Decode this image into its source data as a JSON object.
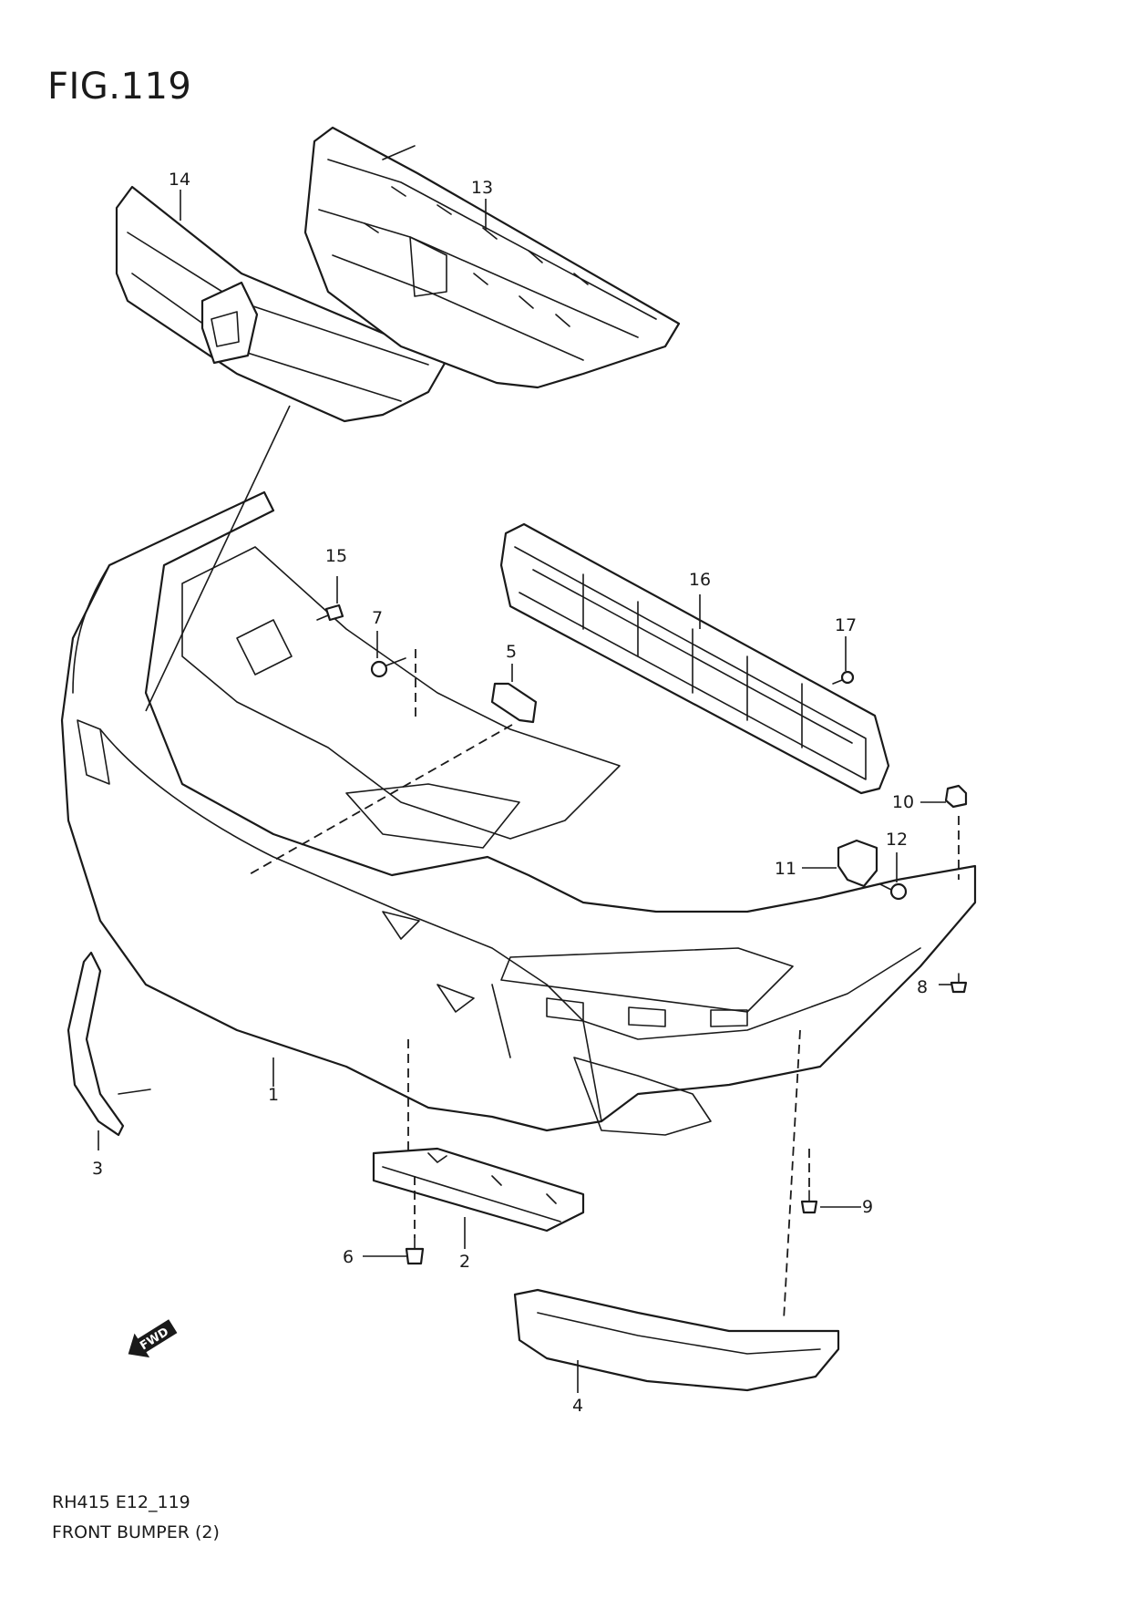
{
  "figure": {
    "title": "FIG.119"
  },
  "callouts": [
    "1",
    "2",
    "3",
    "4",
    "5",
    "6",
    "7",
    "8",
    "9",
    "10",
    "11",
    "12",
    "13",
    "14",
    "15",
    "16",
    "17"
  ],
  "direction_marker": {
    "label": "FWD"
  },
  "footer": {
    "code": "RH415 E12_119",
    "name": "FRONT BUMPER (2)"
  }
}
